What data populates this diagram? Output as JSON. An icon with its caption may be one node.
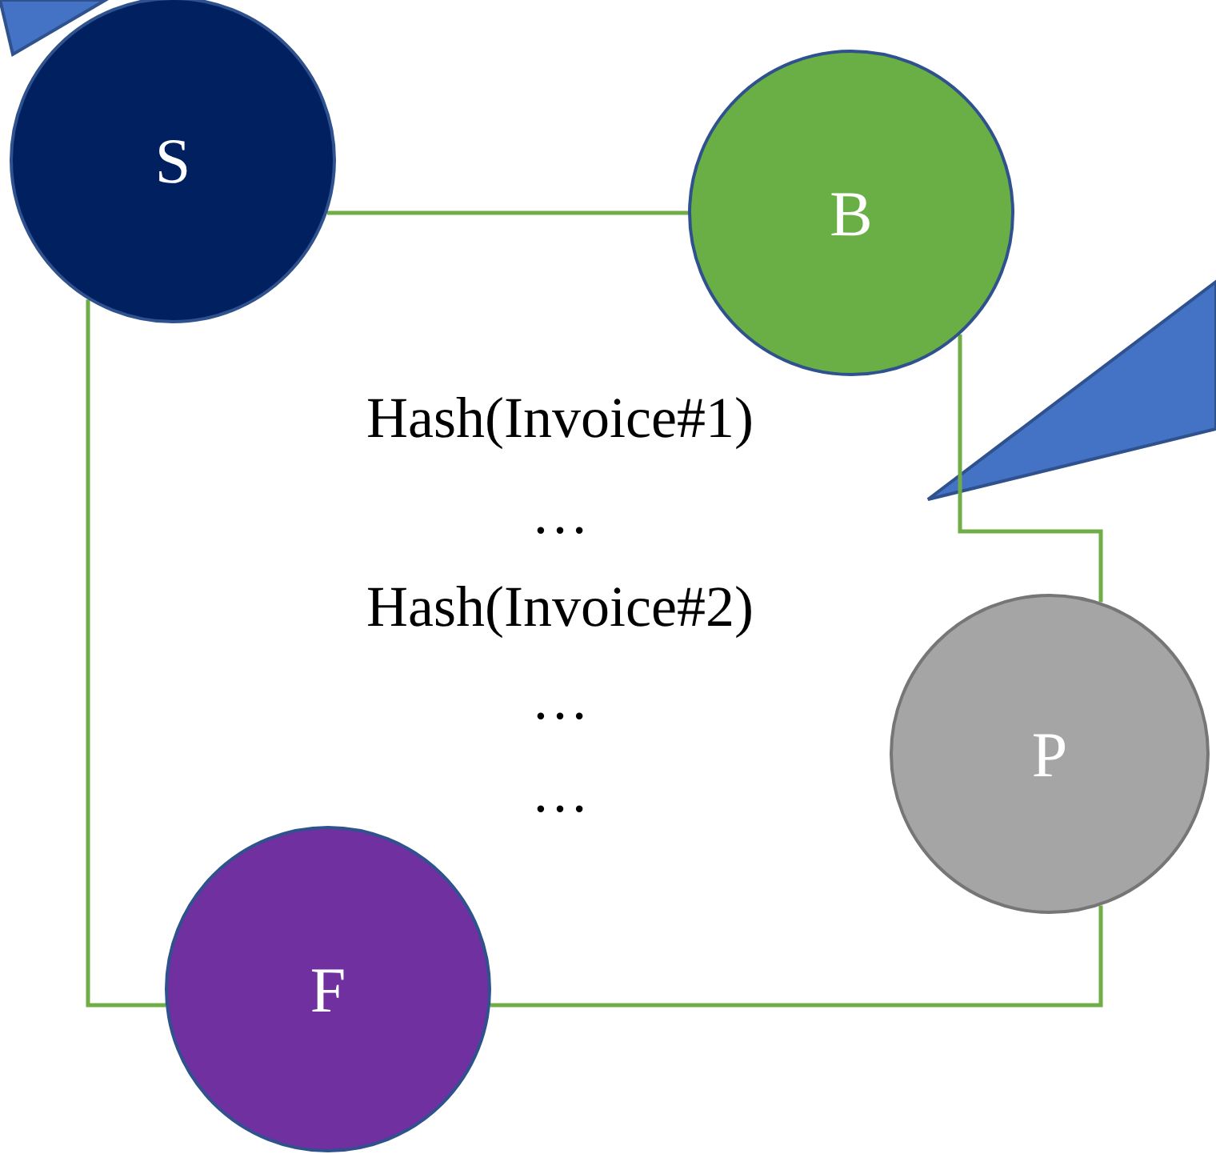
{
  "diagram": {
    "nodes": [
      {
        "text": [
          "S"
        ]
      },
      {
        "text": [
          "B"
        ]
      },
      {
        "text": [
          "P"
        ]
      },
      {
        "text": [
          "F"
        ]
      },
      {
        "text": [],
        "shape": "triangle"
      },
      {
        "text": [],
        "shape": "triangle"
      }
    ],
    "edges": [
      {
        "from": 0,
        "to": 1,
        "arrow": "none"
      },
      {
        "from": 1,
        "to": 2,
        "arrow": "none"
      },
      {
        "from": 2,
        "to": 3,
        "arrow": "none"
      },
      {
        "from": 3,
        "to": 0,
        "arrow": "none"
      }
    ],
    "labels": [
      "Hash(Invoice#1)",
      "…",
      "Hash(Invoice#2)",
      "…",
      "…"
    ]
  }
}
